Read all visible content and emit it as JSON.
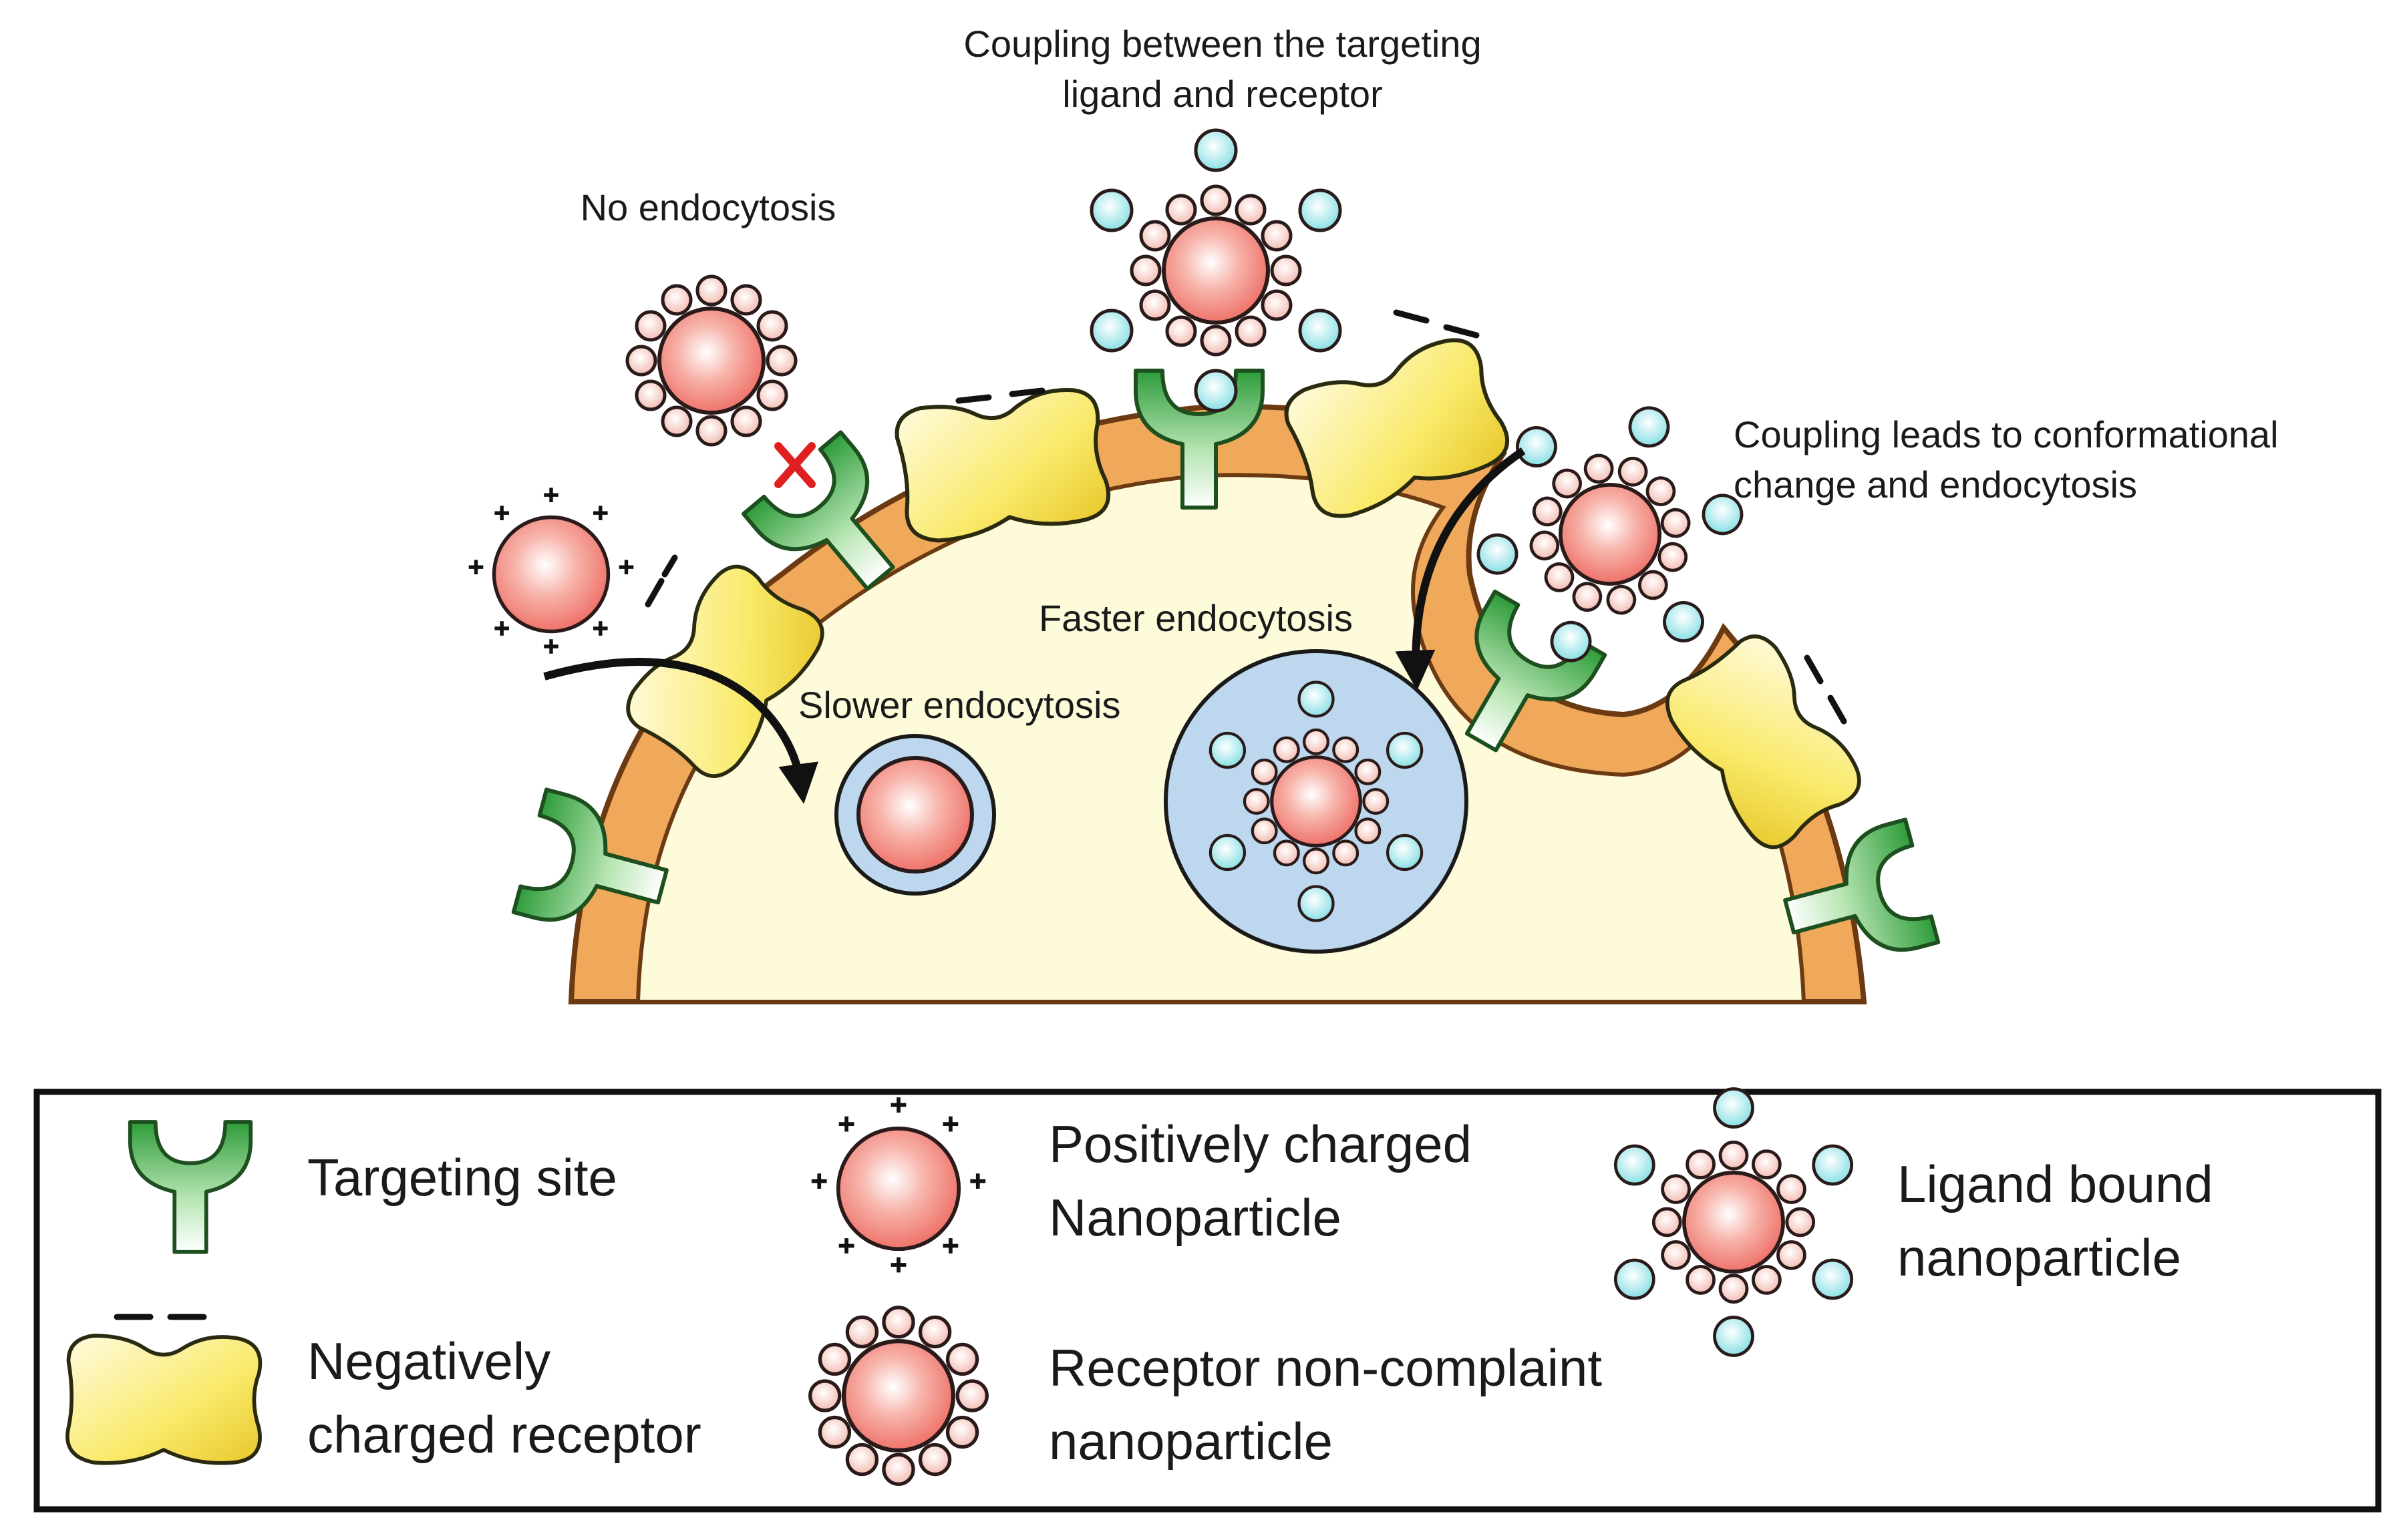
{
  "annotations": {
    "coupling_title_line1": "Coupling between the targeting",
    "coupling_title_line2": "ligand and receptor",
    "no_endocytosis": "No endocytosis",
    "conformational_line1": "Coupling leads to conformational",
    "conformational_line2": "change and endocytosis",
    "faster": "Faster endocytosis",
    "slower": "Slower endocytosis"
  },
  "legend": {
    "targeting_site": "Targeting site",
    "positive_line1": "Positively charged",
    "positive_line2": "Nanoparticle",
    "ligand_line1": "Ligand bound",
    "ligand_line2": "nanoparticle",
    "negative_line1": "Negatively",
    "negative_line2": "charged receptor",
    "noncompliant_line1": "Receptor non-complaint",
    "noncompliant_line2": "nanoparticle"
  },
  "colors": {
    "membrane": "#f0a95a",
    "membrane_edge": "#6b3a12",
    "cytoplasm": "#fdfbd9",
    "receptor_yellow": "#f7e34a",
    "targeting_green": "#3fae49",
    "core_pink": "#f28c84",
    "bead_pink": "#f6c9c0",
    "ligand_cyan": "#8fe3e8",
    "vesicle_blue": "#bcd7ee",
    "block_red": "#e02020"
  },
  "icons": [
    "cell-membrane",
    "targeting-site-icon",
    "negative-receptor-icon",
    "positive-nanoparticle-icon",
    "noncompliant-nanoparticle-icon",
    "ligand-nanoparticle-icon",
    "endocytosis-arrow-icon",
    "block-cross-icon",
    "vesicle-icon"
  ]
}
